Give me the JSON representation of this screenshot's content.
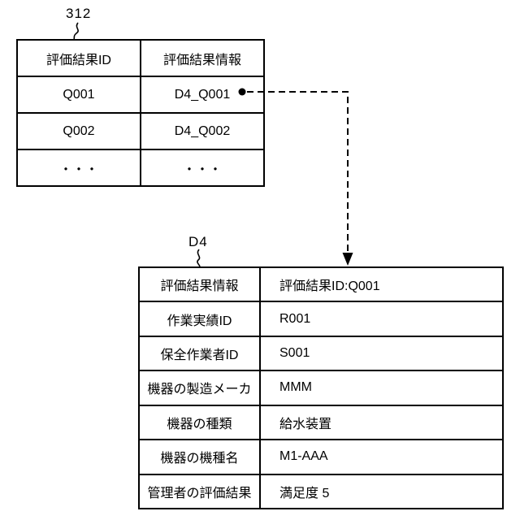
{
  "figure": {
    "background_color": "#ffffff",
    "line_color": "#000000"
  },
  "top_table": {
    "ref_label": "312",
    "headers": [
      "評価結果ID",
      "評価結果情報"
    ],
    "rows": [
      [
        "Q001",
        "D4_Q001"
      ],
      [
        "Q002",
        "D4_Q002"
      ],
      [
        "・・・",
        "・・・"
      ]
    ]
  },
  "detail_table": {
    "ref_label": "D4",
    "rows": [
      {
        "label": "評価結果情報",
        "value": "評価結果ID:Q001"
      },
      {
        "label": "作業実績ID",
        "value": "R001"
      },
      {
        "label": "保全作業者ID",
        "value": "S001"
      },
      {
        "label": "機器の製造メーカ",
        "value": "MMM"
      },
      {
        "label": "機器の種類",
        "value": "給水装置"
      },
      {
        "label": "機器の機種名",
        "value": "M1-AAA"
      },
      {
        "label": "管理者の評価結果",
        "value": "満足度 5"
      }
    ]
  }
}
